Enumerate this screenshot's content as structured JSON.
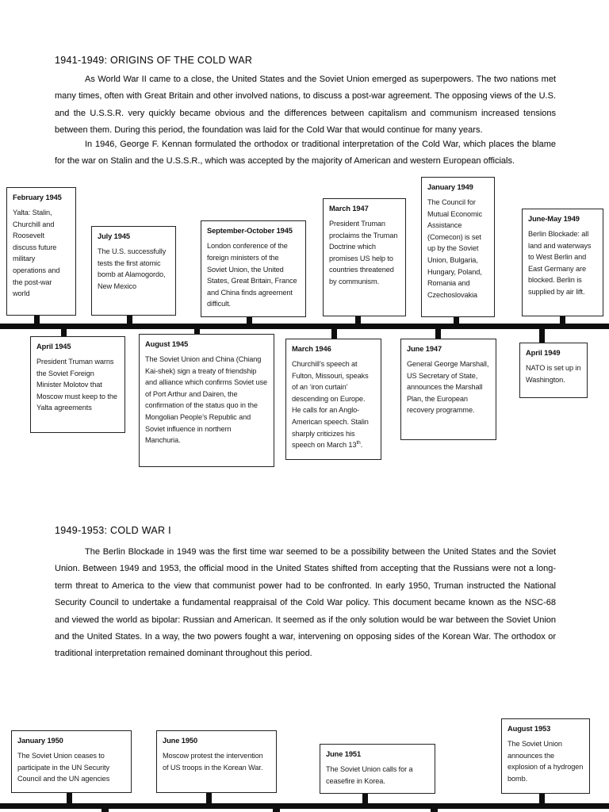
{
  "document": {
    "section1": {
      "heading": "1941-1949: ORIGINS OF THE COLD WAR",
      "paragraph1": "As World War II came to a close, the United States and the Soviet Union emerged as superpowers. The two nations met many times, often with Great Britain and other involved nations, to discuss a post-war agreement. The opposing views of the U.S. and the U.S.S.R. very quickly became obvious and the differences between capitalism and communism increased tensions between them. During this period, the foundation was laid for the Cold War that would continue for many years.",
      "paragraph2": "In 1946, George F. Kennan formulated the orthodox or traditional interpretation of the Cold War, which places the blame for the war on Stalin and the U.S.S.R., which was accepted by the majority of American and western European officials."
    },
    "section2": {
      "heading": "1949-1953: COLD WAR I",
      "paragraph1": "The Berlin Blockade in 1949 was the first time war seemed to be a possibility between the United States and the Soviet Union. Between 1949 and 1953, the official mood in the United States shifted from accepting that the Russians were not a long-term threat to America to the view that communist power had to be confronted. In early 1950, Truman instructed the National Security Council to undertake a fundamental reappraisal of the Cold War policy. This document became known as the NSC-68 and viewed the world as bipolar: Russian and American. It seemed as if the only solution would be war between the Soviet Union and the United States. In a way, the two powers fought a war, intervening on opposing sides of the Korean War. The orthodox or traditional interpretation remained dominant throughout this period."
    },
    "colors": {
      "page_bg": "#ffffff",
      "ink": "#1b1b1b",
      "timeline_line": "#0e0e0e"
    }
  },
  "timeline1": {
    "top": [
      {
        "title": "February 1945",
        "body": "Yalta: Stalin, Churchill and Roosevelt discuss future military operations and the post-war world"
      },
      {
        "title": "July 1945",
        "body": "The U.S. successfully tests the first atomic bomb at Alamogordo, New Mexico"
      },
      {
        "title": "September-October 1945",
        "body": "London conference of the foreign ministers of the Soviet Union, the United States, Great Britain, France and China finds agreement difficult."
      },
      {
        "title": "March 1947",
        "body": "President Truman proclaims the Truman Doctrine which promises US help to countries threatened by communism."
      },
      {
        "title": "January 1949",
        "body": "The Council for Mutual Economic Assistance (Comecon) is set up by the Soviet Union, Bulgaria, Hungary, Poland, Romania and Czechoslovakia"
      },
      {
        "title": "June-May 1949",
        "body": "Berlin Blockade: all land and waterways to West Berlin and East Germany are blocked. Berlin is supplied by air lift."
      }
    ],
    "bottom": [
      {
        "title": "April 1945",
        "body": "President Truman warns the Soviet Foreign Minister Molotov that Moscow must keep to the Yalta agreements"
      },
      {
        "title": "August 1945",
        "body": "The Soviet Union and China (Chiang Kai-shek) sign a treaty of friendship and alliance which confirms Soviet use of Port Arthur and Dairen, the confirmation of the status quo in the Mongolian People’s Republic and Soviet influence in northern Manchuria."
      },
      {
        "title": "March 1946",
        "body": "Churchill’s speech at Fulton, Missouri, speaks of an ‘iron curtain’ descending on Europe. He calls for an Anglo-American speech. Stalin sharply criticizes his speech on March 13",
        "sup": "th",
        "body_end": "."
      },
      {
        "title": "June 1947",
        "body": "General George Marshall, US Secretary of State, announces the Marshall Plan, the European recovery programme."
      },
      {
        "title": "April 1949",
        "body": "NATO is set up in Washington."
      }
    ]
  },
  "timeline2": {
    "boxes": [
      {
        "title": "January 1950",
        "body": "The Soviet Union ceases to participate in the UN Security Council and the UN agencies"
      },
      {
        "title": "June 1950",
        "body": "Moscow protest the intervention of US troops in the Korean War."
      },
      {
        "title": "June 1951",
        "body": "The Soviet Union calls for a ceasefire in Korea."
      },
      {
        "title": "August 1953",
        "body": "The Soviet Union announces the explosion of a hydrogen bomb."
      }
    ]
  }
}
